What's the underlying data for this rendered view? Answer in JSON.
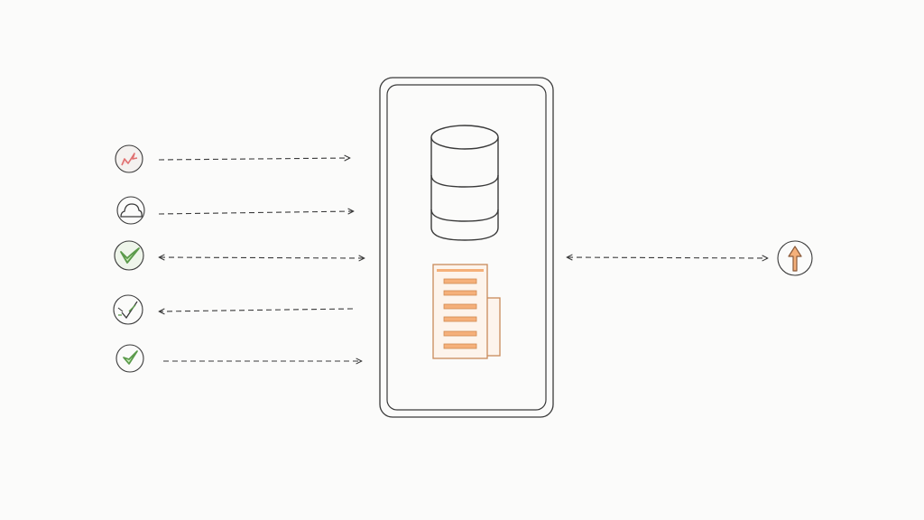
{
  "colors": {
    "background": "#fbfbfa",
    "ink": "#3a3a3a",
    "red_accent": "#e07070",
    "red_fill": "#f6dcdc",
    "green_accent": "#5a9a4a",
    "green_fill": "#c9ecb8",
    "orange_accent": "#d08a50",
    "orange_fill": "#f5b07a",
    "paper_fill": "#fdf4ec"
  },
  "sources": [
    {
      "icon": "red-trend-icon",
      "arrow": "right"
    },
    {
      "icon": "cloud-icon",
      "arrow": "right"
    },
    {
      "icon": "green-check-icon",
      "arrow": "both"
    },
    {
      "icon": "double-check-icon",
      "arrow": "left"
    },
    {
      "icon": "green-check-small-icon",
      "arrow": "right"
    }
  ],
  "hub": {
    "icons": [
      "database-icon",
      "document-stack-icon"
    ]
  },
  "target": {
    "icon": "upload-arrow-icon",
    "arrow": "both"
  }
}
